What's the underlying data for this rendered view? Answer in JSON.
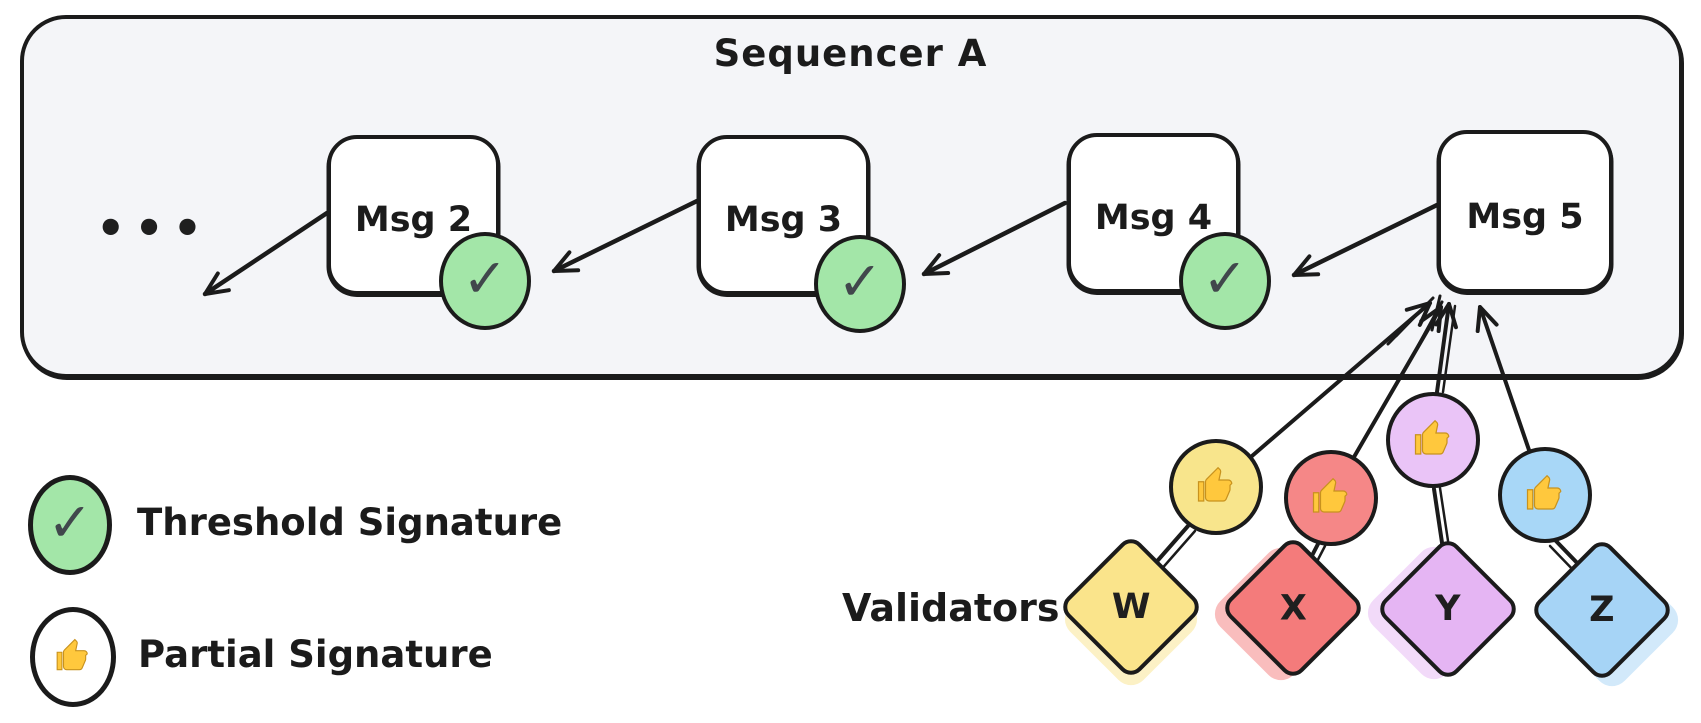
{
  "diagram": {
    "title": "Sequencer A",
    "ellipsis": "•••",
    "check_glyph": "✓",
    "messages": [
      {
        "label": "Msg 2",
        "has_threshold_signature": true
      },
      {
        "label": "Msg 3",
        "has_threshold_signature": true
      },
      {
        "label": "Msg 4",
        "has_threshold_signature": true
      },
      {
        "label": "Msg 5",
        "has_threshold_signature": false
      }
    ],
    "legend": {
      "threshold_label": "Threshold Signature",
      "partial_label": "Partial Signature"
    },
    "validators_label": "Validators",
    "validators": [
      {
        "label": "W",
        "diamond_color": "#FAE48B",
        "circle_color": "#F8E58C"
      },
      {
        "label": "X",
        "diamond_color": "#F47B7B",
        "circle_color": "#F58787"
      },
      {
        "label": "Y",
        "diamond_color": "#E5B5F3",
        "circle_color": "#EAC4F7"
      },
      {
        "label": "Z",
        "diamond_color": "#A6D4F6",
        "circle_color": "#A8D7F7"
      }
    ],
    "colors": {
      "stroke": "#1B1B1B",
      "container_fill": "#F4F5F8",
      "threshold_green": "#A3E6A8",
      "thumb_yellow": "#FFC83D"
    }
  }
}
